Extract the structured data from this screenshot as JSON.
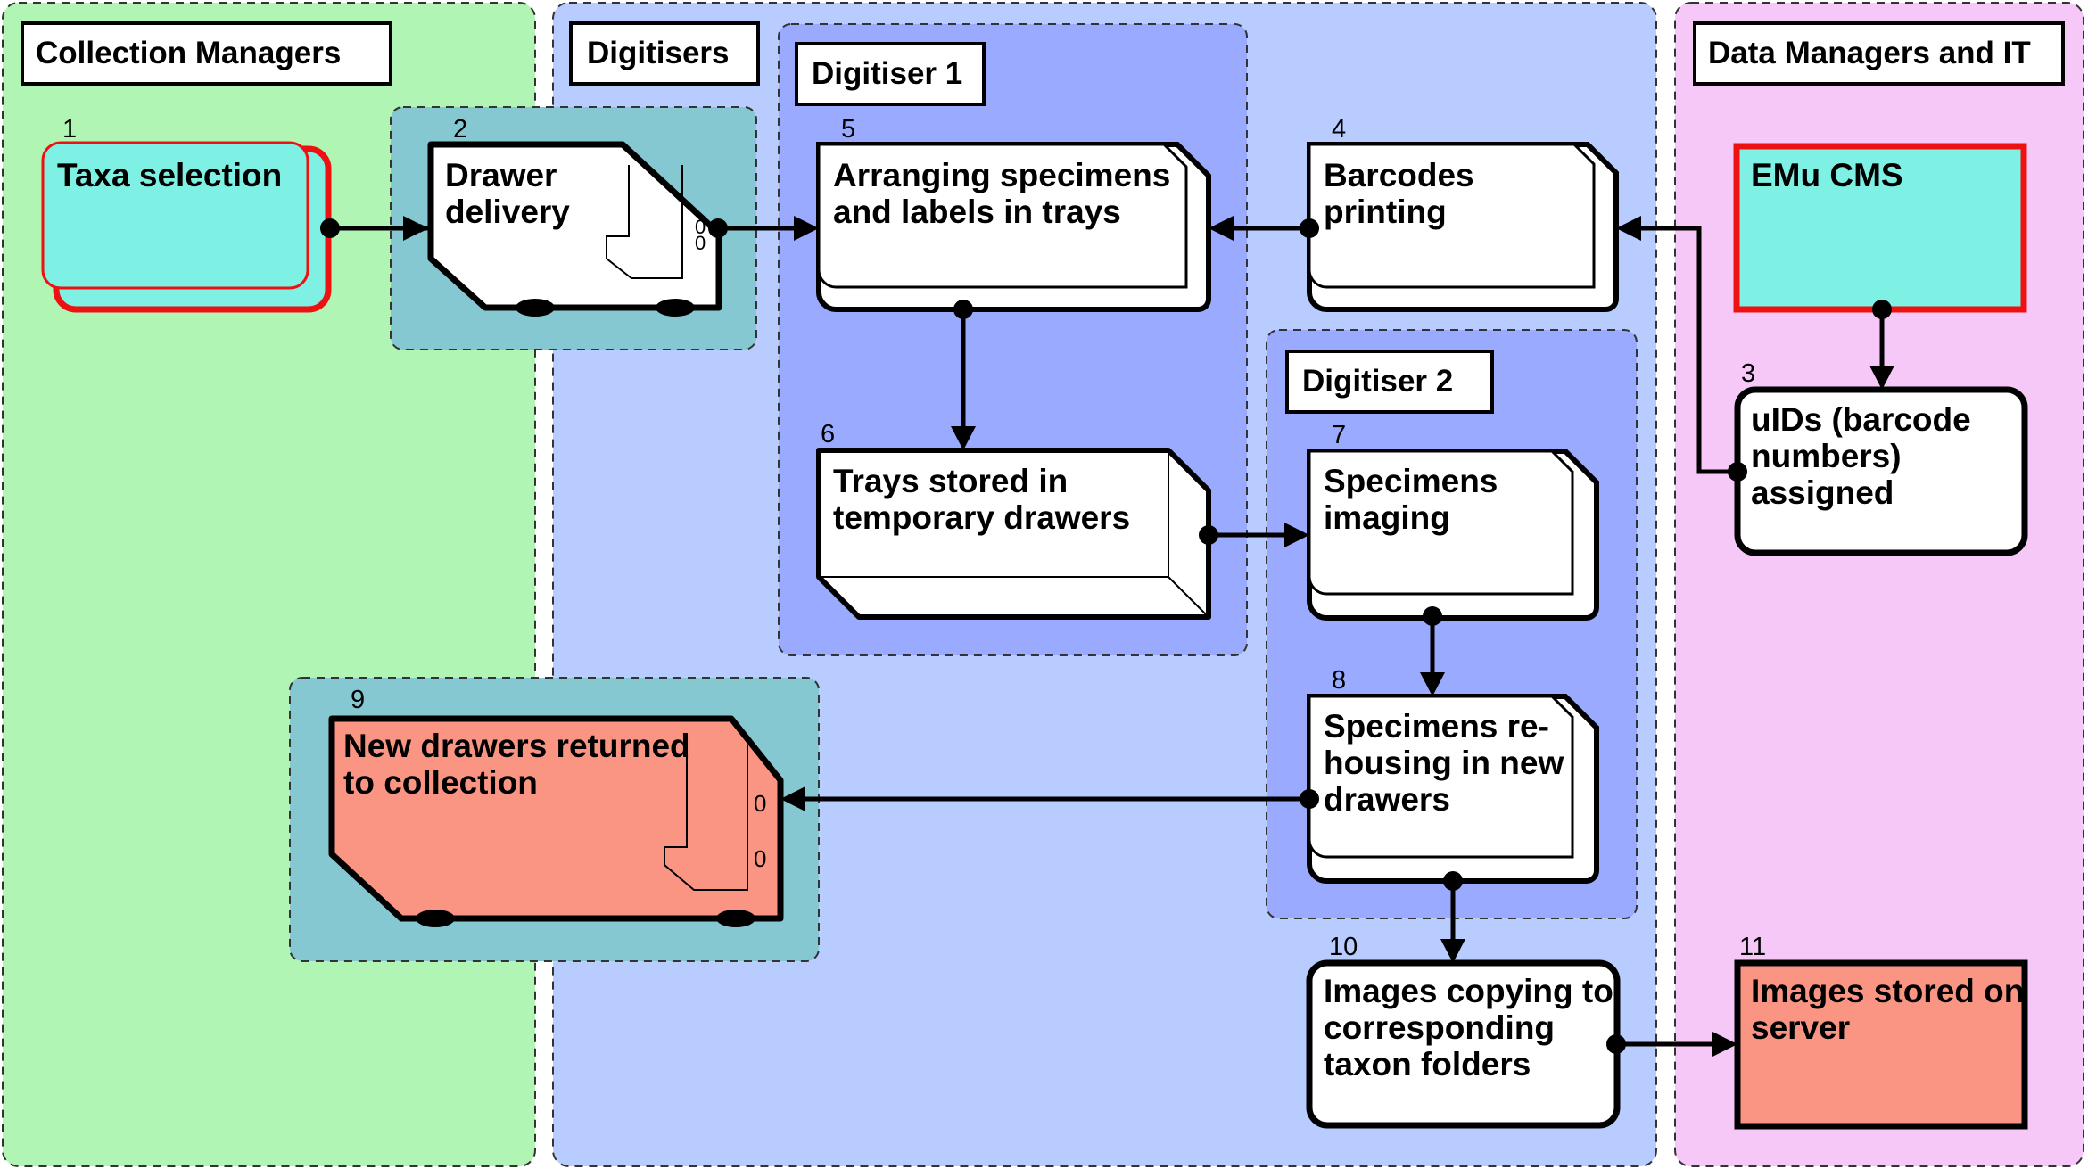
{
  "lanes": {
    "collection_managers": "Collection Managers",
    "digitisers": "Digitisers",
    "data_managers_it": "Data Managers and IT"
  },
  "groups": {
    "digitiser_1": "Digitiser 1",
    "digitiser_2": "Digitiser 2"
  },
  "steps": {
    "s1": {
      "number": "1",
      "lines": [
        "Taxa selection"
      ]
    },
    "s2": {
      "number": "2",
      "lines": [
        "Drawer",
        "delivery"
      ]
    },
    "s3": {
      "number": "3",
      "lines": [
        "uIDs (barcode",
        "numbers)",
        "assigned"
      ]
    },
    "s4": {
      "number": "4",
      "lines": [
        "Barcodes",
        "printing"
      ]
    },
    "s5": {
      "number": "5",
      "lines": [
        "Arranging specimens",
        "and labels in trays"
      ]
    },
    "s6": {
      "number": "6",
      "lines": [
        "Trays stored in",
        "temporary drawers"
      ]
    },
    "s7": {
      "number": "7",
      "lines": [
        "Specimens",
        "imaging"
      ]
    },
    "s8": {
      "number": "8",
      "lines": [
        "Specimens re-",
        "housing in new",
        "drawers"
      ]
    },
    "s9": {
      "number": "9",
      "lines": [
        "New drawers returned",
        "to collection"
      ]
    },
    "s10": {
      "number": "10",
      "lines": [
        "Images copying to",
        "corresponding",
        "taxon folders"
      ]
    },
    "s11": {
      "number": "11",
      "lines": [
        "Images stored on",
        "server"
      ]
    },
    "emu": {
      "number": "",
      "lines": [
        "EMu CMS"
      ]
    }
  },
  "drawer_marks": {
    "s2": [
      "0",
      "0"
    ],
    "s9": [
      "0",
      "0"
    ]
  },
  "colors": {
    "lane_collection": "#b1f5b5",
    "lane_digitisers": "#b8ccff",
    "lane_data": "#f5c8f8",
    "group_teal": "#85c8d2",
    "group_digitiser": "#99aaff",
    "node_cyan": "#7ef0e4",
    "node_salmon": "#fb9583",
    "node_white": "#ffffff",
    "border_red": "#ee1111"
  }
}
